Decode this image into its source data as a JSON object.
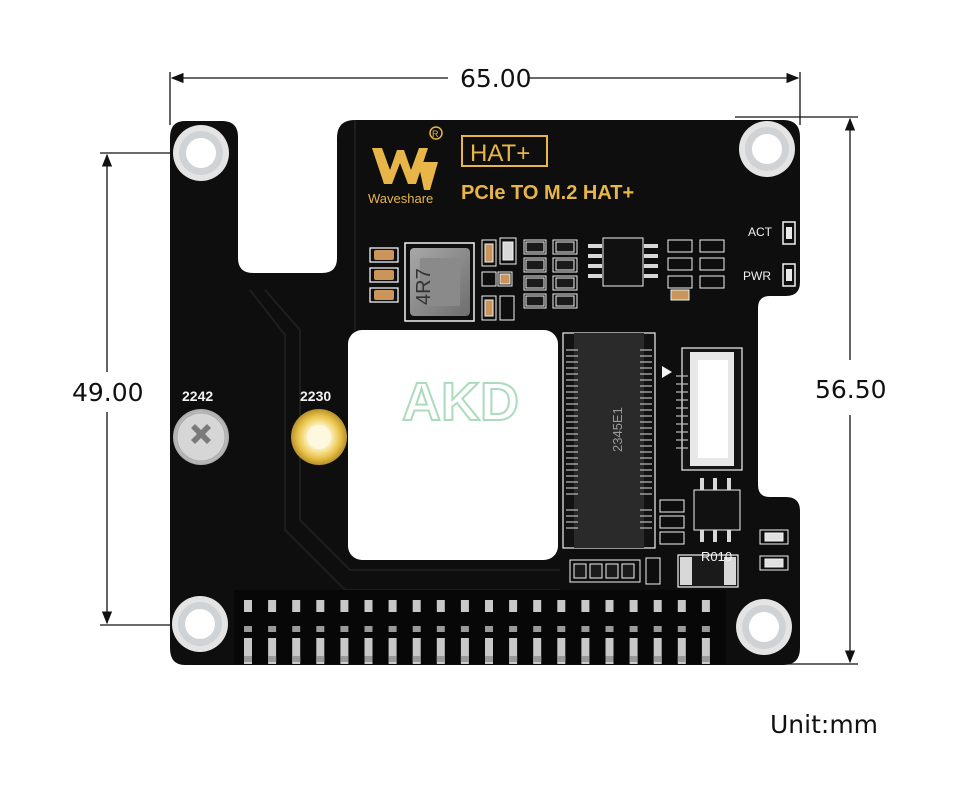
{
  "dimensions": {
    "width": "65.00",
    "height_holes": "49.00",
    "height_board": "56.50",
    "unit": "Unit:mm"
  },
  "board": {
    "brand": "Waveshare",
    "badge": "HAT+",
    "title": "PCIe TO M.2 HAT+",
    "led_act": "ACT",
    "led_pwr": "PWR",
    "inductor": "4R7",
    "mount_2242": "2242",
    "mount_2230": "2230",
    "resistor": "R010",
    "connector_mark": "2345E1",
    "watermark": "AKD"
  },
  "colors": {
    "pcb": "#0e0e0e",
    "silkscreen_gold": "#e8b548",
    "silkscreen_white": "#f2f2f2",
    "pin": "#c8c8c8",
    "dimension_line": "#111111"
  },
  "icons": {
    "logo": "waveshare-logo-icon",
    "screw": "phillips-screw-icon",
    "arrow": "triangle-arrow-icon"
  }
}
